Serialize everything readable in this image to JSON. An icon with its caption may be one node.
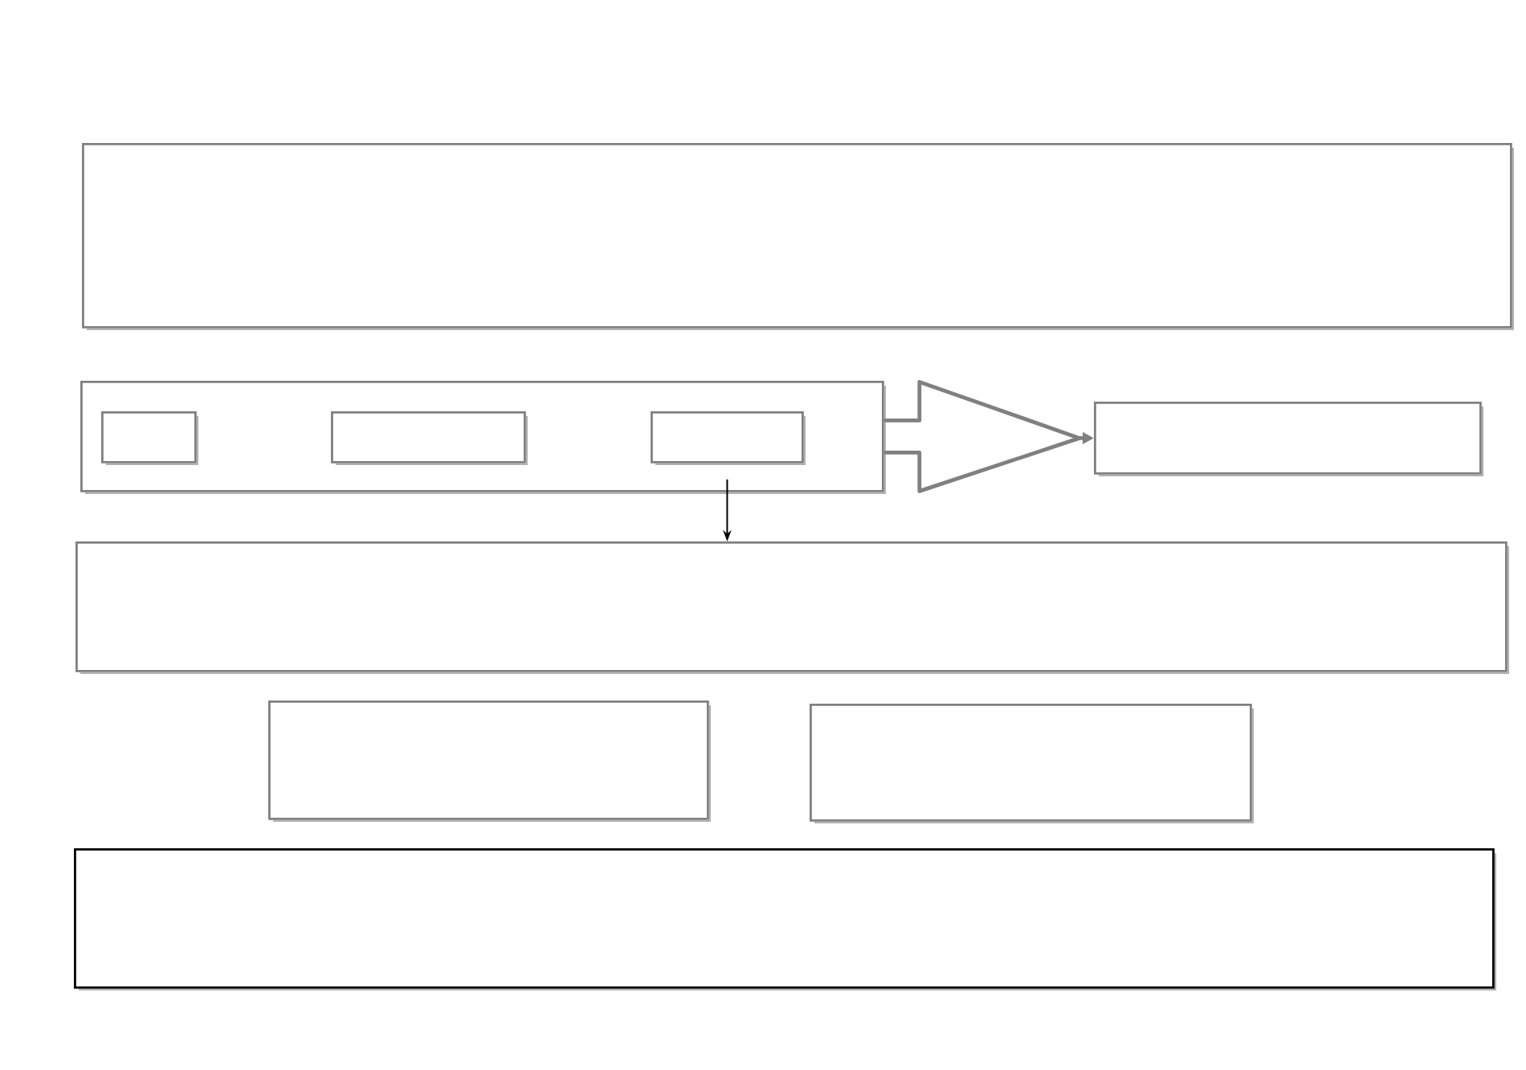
{
  "diagram": {
    "nodes": [
      {
        "text": [],
        "shape": "box"
      },
      {
        "text": [],
        "shape": "box"
      },
      {
        "text": [],
        "shape": "box",
        "in": 1
      },
      {
        "text": [],
        "shape": "box",
        "in": 1
      },
      {
        "text": [],
        "shape": "box",
        "in": 1
      },
      {
        "text": [],
        "shape": "box"
      },
      {
        "text": [],
        "shape": "box"
      },
      {
        "text": [],
        "shape": "box"
      },
      {
        "text": [],
        "shape": "box"
      },
      {
        "text": [],
        "shape": "box"
      }
    ],
    "edges": [
      {
        "from": 1,
        "to": 5,
        "arrow": "to"
      },
      {
        "from": 4,
        "to": 6,
        "arrow": "to",
        "color": "#000000"
      }
    ]
  }
}
